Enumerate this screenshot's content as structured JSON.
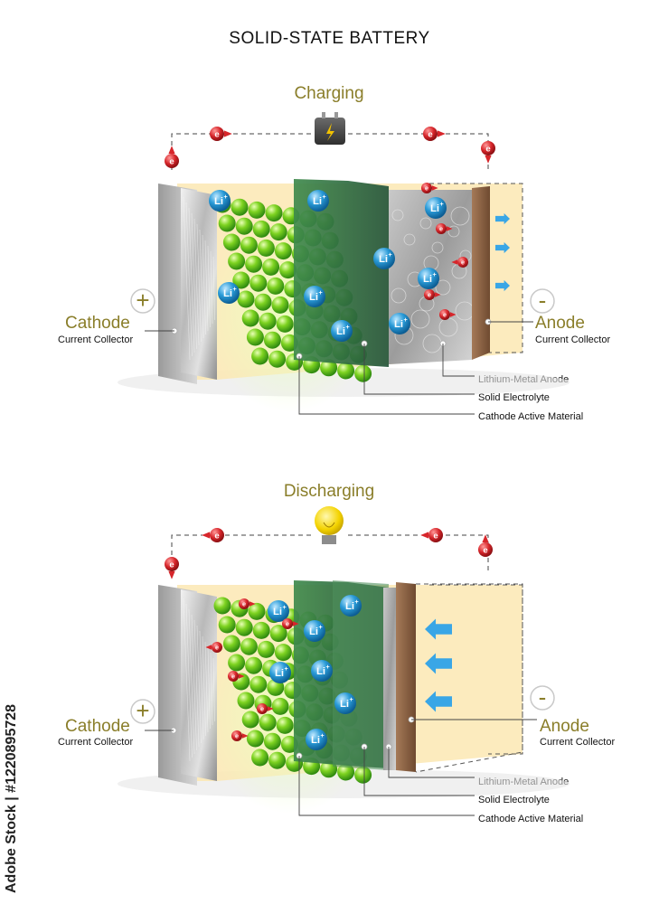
{
  "title": "SOLID-STATE BATTERY",
  "diagrams": [
    {
      "mode": "Charging",
      "device": "charger-icon",
      "cathode_label": "Cathode",
      "cathode_sub": "Current Collector",
      "anode_label": "Anode",
      "anode_sub": "Current Collector",
      "plus": "+",
      "minus": "-",
      "callouts": [
        "Lithium-Metal Anode",
        "Solid  Electrolyte",
        "Cathode Active Material"
      ],
      "electron": "e",
      "ion": "Li",
      "ion_sup": "+"
    },
    {
      "mode": "Discharging",
      "device": "light-bulb-icon",
      "cathode_label": "Cathode",
      "cathode_sub": "Current Collector",
      "anode_label": "Anode",
      "anode_sub": "Current Collector",
      "plus": "+",
      "minus": "-",
      "callouts": [
        "Lithium-Metal Anode",
        "Solid  Electrolyte",
        "Cathode Active Material"
      ],
      "electron": "e",
      "ion": "Li",
      "ion_sup": "+"
    }
  ],
  "watermark_id": "#1220895728",
  "watermark_brand": "Adobe Stock",
  "colors": {
    "accent_label": "#8a7e2a",
    "electron": "#d7262b",
    "ion": "#2a9bd8",
    "sphere": "#7ed321",
    "electrolyte": "#2f6b3c",
    "anode_bg": "#fbe7b3",
    "copper": "#8a6040"
  }
}
